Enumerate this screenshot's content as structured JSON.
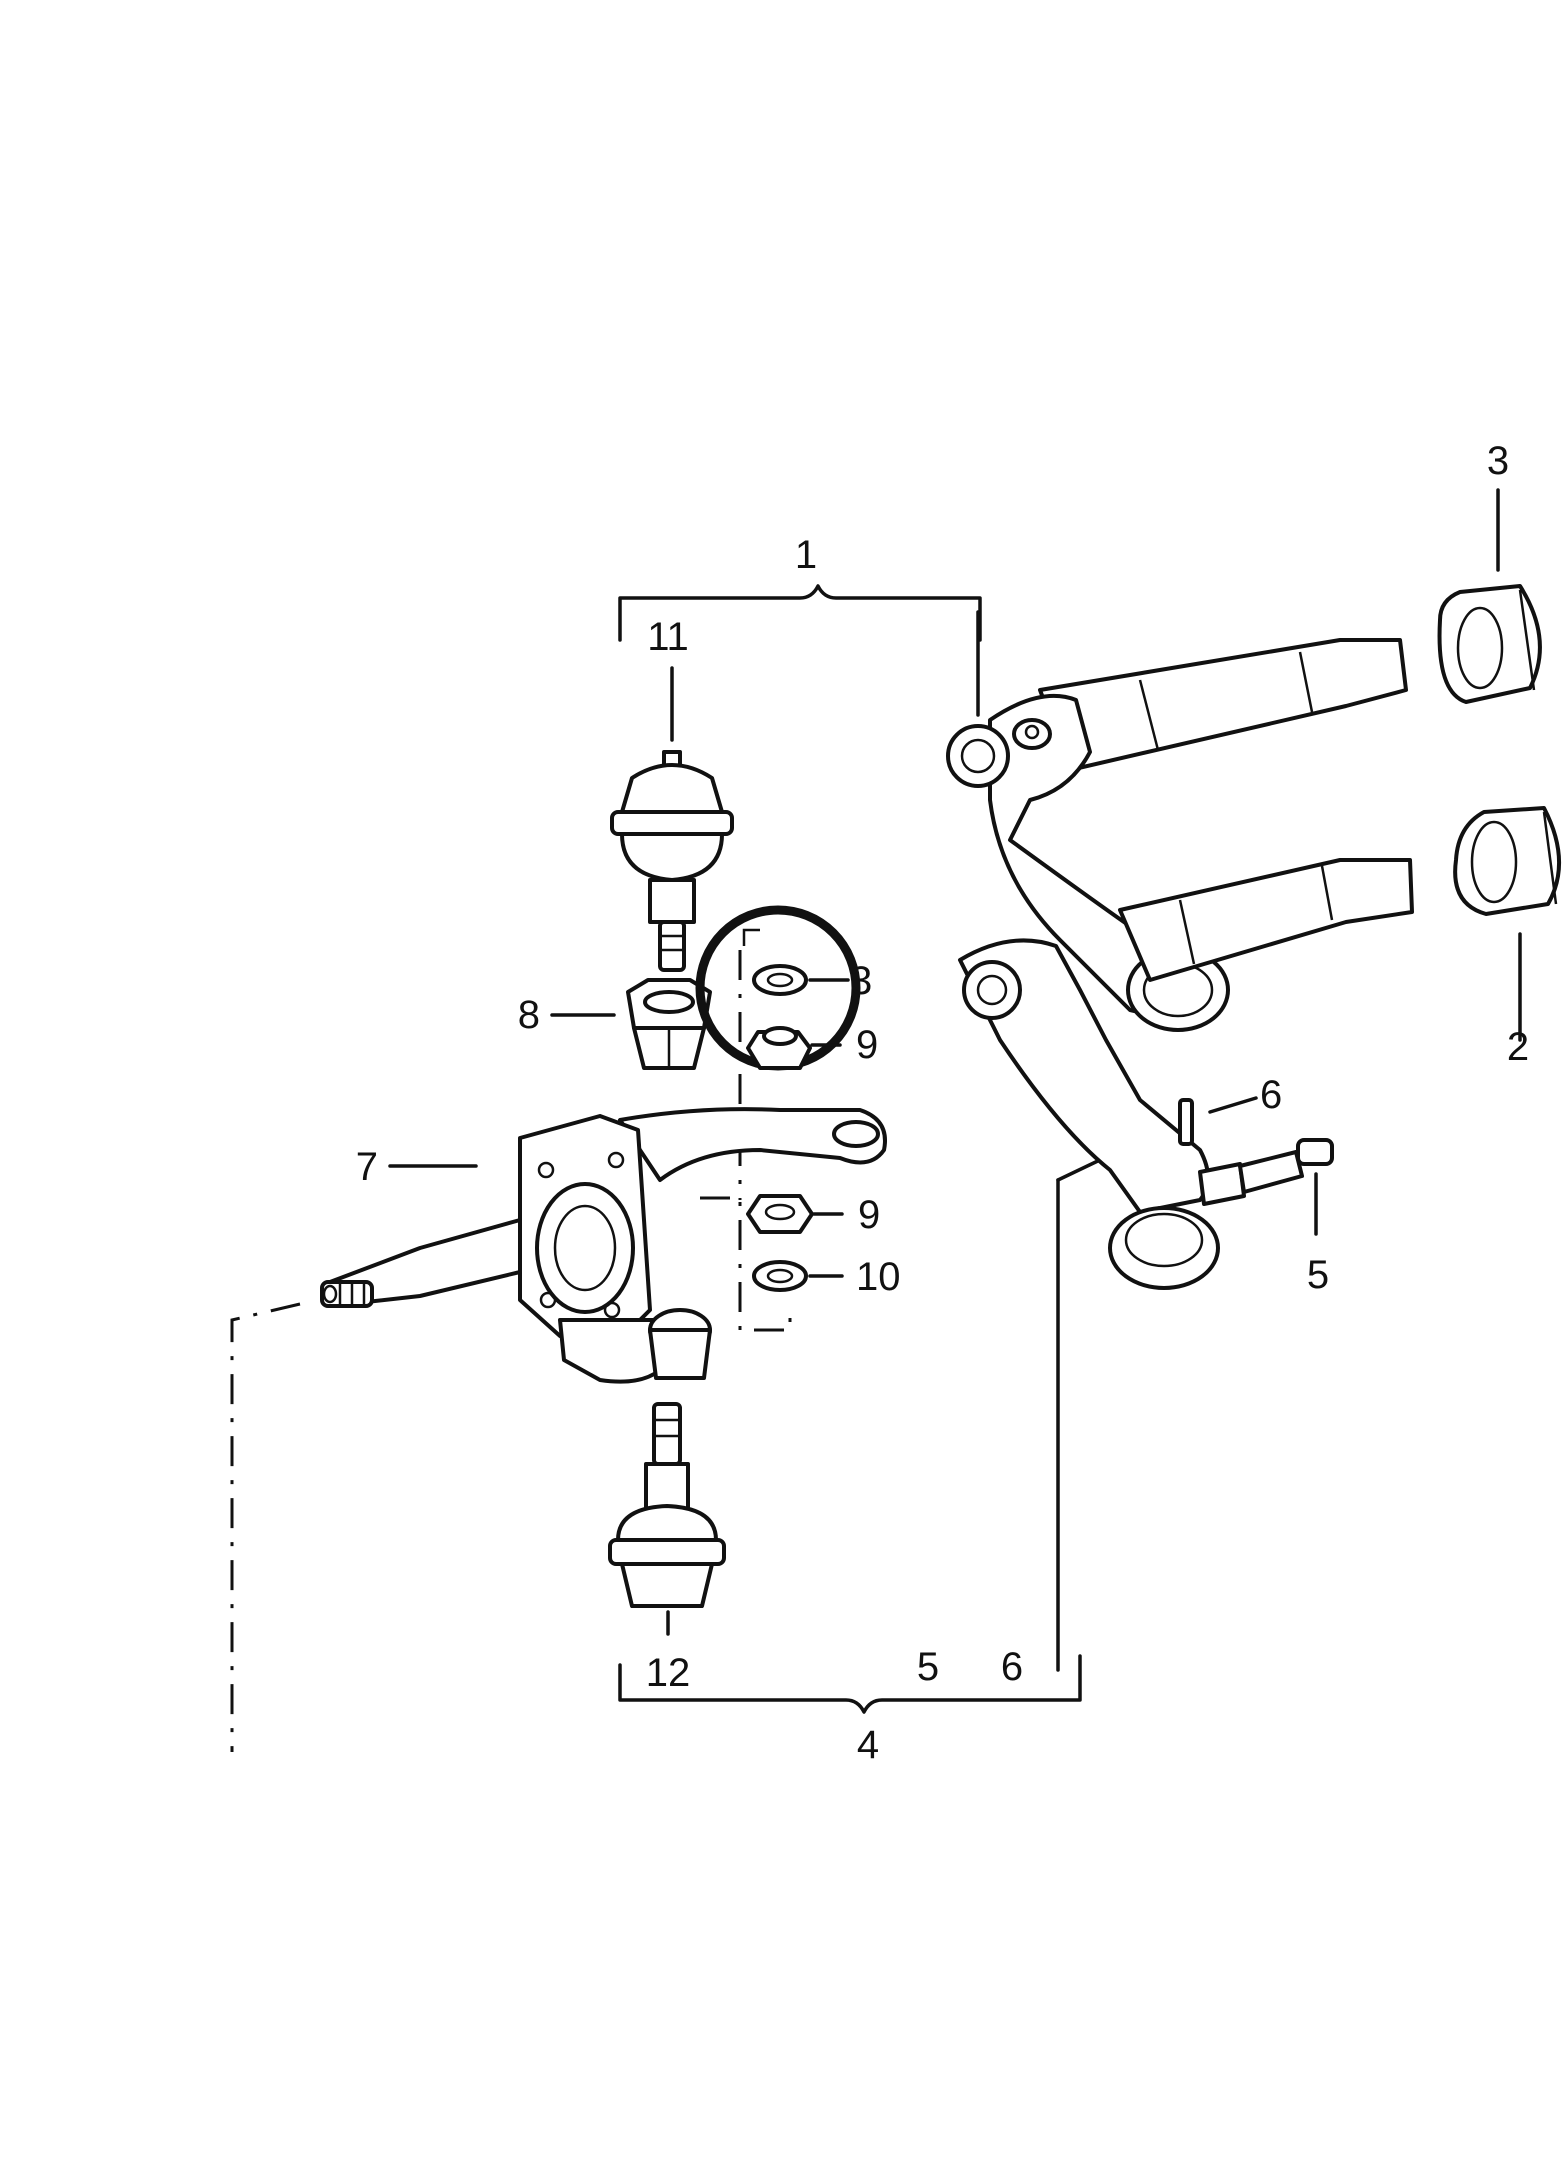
{
  "callouts": {
    "c1": "1",
    "c2": "2",
    "c3_top": "3",
    "c3_circled": "3",
    "c4": "4",
    "c5_bracket": "5",
    "c5_side": "5",
    "c6_bracket": "6",
    "c6_side": "6",
    "c7": "7",
    "c8": "8",
    "c9_upper": "9",
    "c9_lower": "9",
    "c10": "10",
    "c11": "11",
    "c12": "12"
  },
  "colors": {
    "ink": "#111111",
    "paper": "#ffffff"
  }
}
